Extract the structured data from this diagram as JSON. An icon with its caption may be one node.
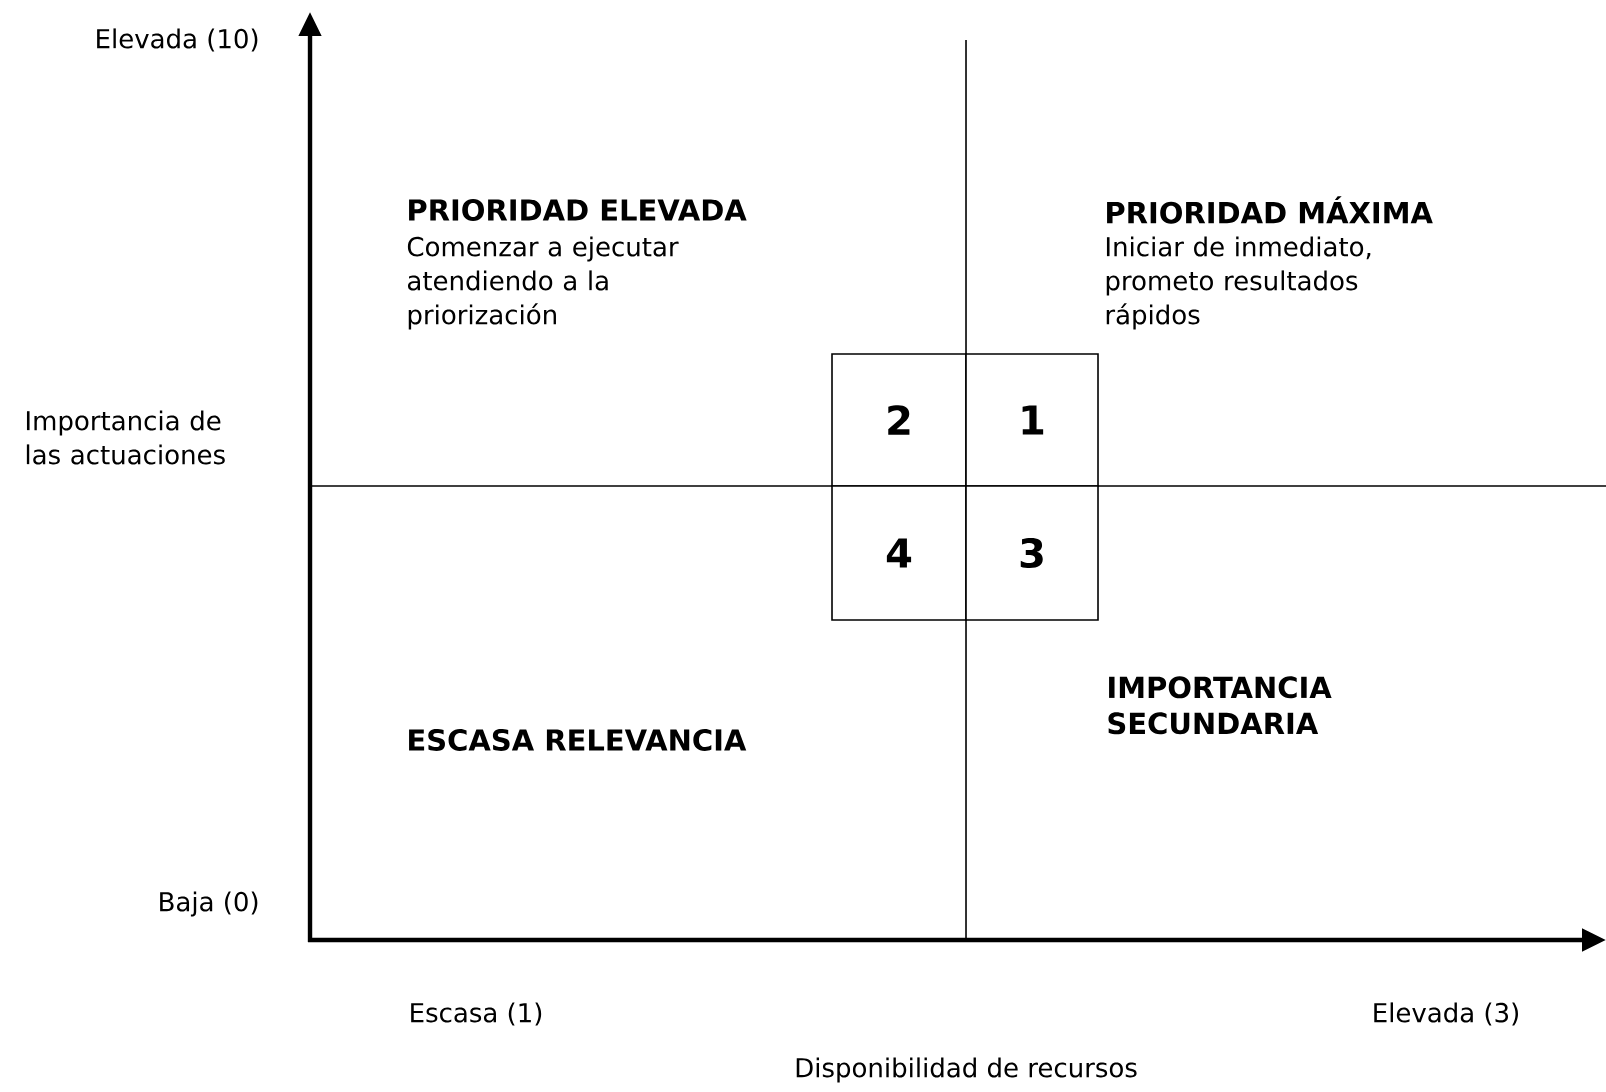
{
  "diagram": {
    "nodes": [
      {
        "text": [
          "2"
        ]
      },
      {
        "text": [
          "1"
        ]
      },
      {
        "text": [
          "4"
        ]
      },
      {
        "text": [
          "3"
        ]
      }
    ],
    "labels": [
      "Elevada (10)",
      "PRIORIDAD ELEVADA",
      "Comenzar a ejecutar atendiendo a la priorización",
      "PRIORIDAD MÁXIMA",
      "Iniciar de inmediato, prometo resultados rápidos",
      "Importancia de las actuaciones",
      "ESCASA RELEVANCIA",
      "IMPORTANCIA SECUNDARIA",
      "Baja (0)",
      "Escasa (1)",
      "Elevada (3)",
      "Disponibilidad de recursos"
    ]
  }
}
